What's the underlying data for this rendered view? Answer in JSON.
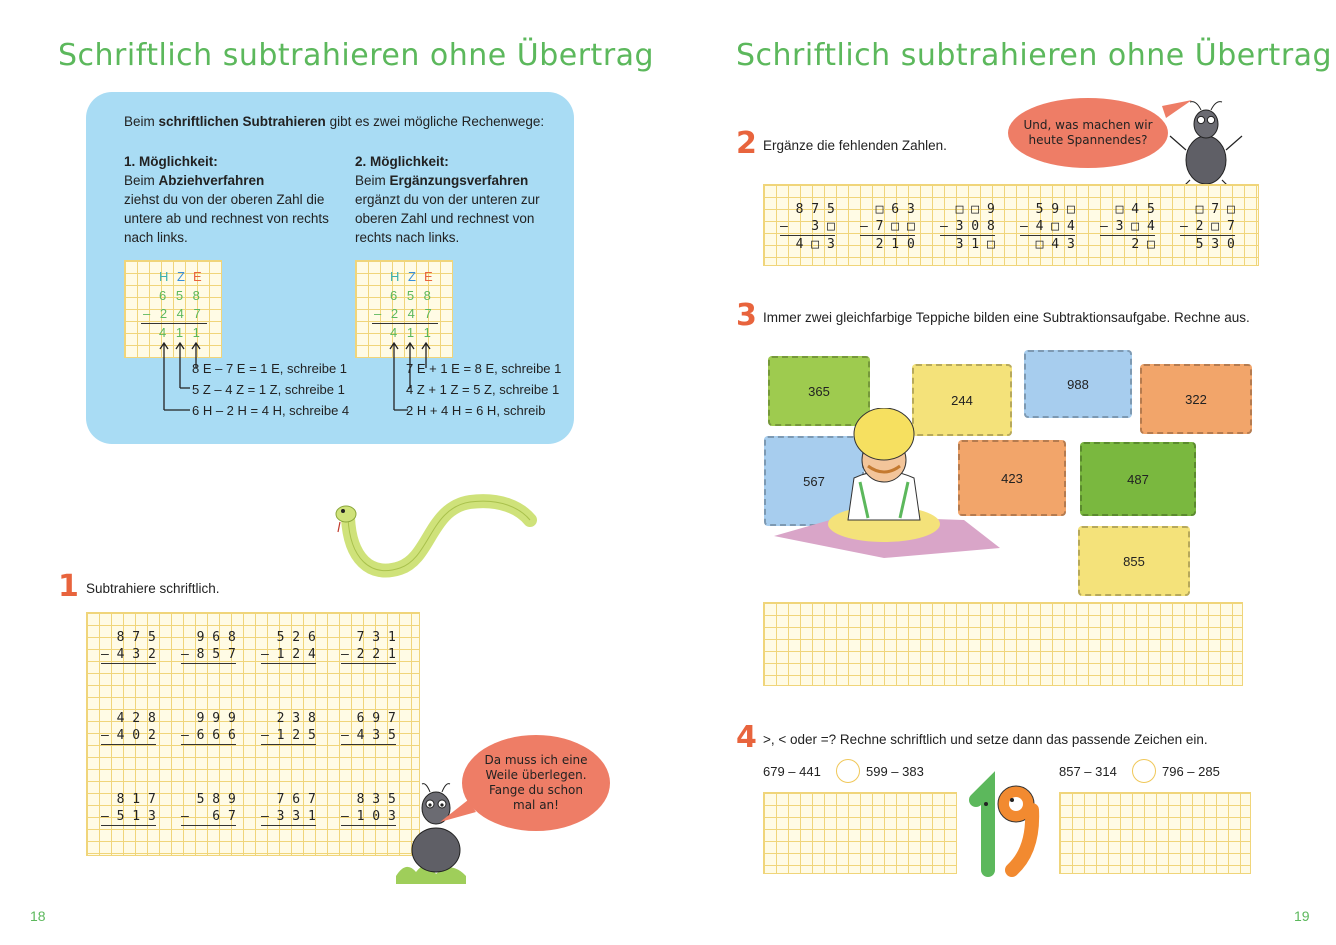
{
  "left": {
    "title": "Schriftlich subtrahieren ohne Übertrag",
    "info_intro_pre": "Beim ",
    "info_intro_bold": "schriftlichen Subtrahieren",
    "info_intro_post": " gibt es zwei mögliche Rechenwege:",
    "option1": {
      "heading": "1. Möglichkeit:",
      "pre": "Beim ",
      "bold": "Abziehverfahren",
      "text": "ziehst du von der oberen Zahl die untere ab und rechnest von rechts nach links.",
      "head_h": "H",
      "head_z": "Z",
      "head_e": "E",
      "row1": "6 5 8",
      "row2": "– 2 4 7",
      "row3": "4 1 1",
      "step1": "8 E – 7 E = 1 E, schreibe 1",
      "step2": "5 Z – 4 Z = 1 Z, schreibe 1",
      "step3": "6 H – 2 H = 4 H, schreibe 4"
    },
    "option2": {
      "heading": "2. Möglichkeit:",
      "pre": "Beim ",
      "bold": "Ergänzungsverfahren",
      "text": "ergänzt du von der unteren zur oberen Zahl und rechnest von rechts nach links.",
      "head_h": "H",
      "head_z": "Z",
      "head_e": "E",
      "row1": "6 5 8",
      "row2": "– 2 4 7",
      "row3": "4 1 1",
      "step1": "7 E + 1 E = 8 E, schreibe 1",
      "step2": "4 Z + 1 Z = 5 Z, schreibe 1",
      "step3": "2 H + 4 H = 6 H, schreib"
    },
    "task1_number": "1",
    "task1_text": "Subtrahiere schriftlich.",
    "task1_problems": [
      {
        "top": "8 7 5",
        "bottom": "– 4 3 2"
      },
      {
        "top": "9 6 8",
        "bottom": "– 8 5 7"
      },
      {
        "top": "5 2 6",
        "bottom": "– 1 2 4"
      },
      {
        "top": "7 3 1",
        "bottom": "– 2 2 1"
      },
      {
        "top": "4 2 8",
        "bottom": "– 4 0 2"
      },
      {
        "top": "9 9 9",
        "bottom": "– 6 6 6"
      },
      {
        "top": "2 3 8",
        "bottom": "– 1 2 5"
      },
      {
        "top": "6 9 7",
        "bottom": "– 4 3 5"
      },
      {
        "top": "8 1 7",
        "bottom": "– 5 1 3"
      },
      {
        "top": "5 8 9",
        "bottom": "–   6 7"
      },
      {
        "top": "7 6 7",
        "bottom": "– 3 3 1"
      },
      {
        "top": "8 3 5",
        "bottom": "– 1 0 3"
      }
    ],
    "bubble": "Da muss ich eine Weile überlegen. Fange du schon mal an!",
    "page_number": "18"
  },
  "right": {
    "title": "Schriftlich subtrahieren ohne Übertrag",
    "bubble": "Und, was machen wir heute Spannendes?",
    "task2_number": "2",
    "task2_text": "Ergänze die fehlenden Zahlen.",
    "task2_problems": [
      {
        "top": "8 7 5",
        "mid": "–   3 □",
        "res": "4 □ 3"
      },
      {
        "top": "□ 6 3",
        "mid": "– 7 □ □",
        "res": "2 1 0"
      },
      {
        "top": "□ □ 9",
        "mid": "– 3 0 8",
        "res": "3 1 □"
      },
      {
        "top": "5 9 □",
        "mid": "– 4 □ 4",
        "res": "□ 4 3"
      },
      {
        "top": "□ 4 5",
        "mid": "– 3 □ 4",
        "res": "2 □"
      },
      {
        "top": "□ 7 □",
        "mid": "– 2 □ 7",
        "res": "5 3 0"
      }
    ],
    "task3_number": "3",
    "task3_text": "Immer zwei gleichfarbige Teppiche bilden eine Subtraktionsaufgabe. Rechne aus.",
    "rugs": [
      {
        "value": "365",
        "color": "#9ecb4f"
      },
      {
        "value": "244",
        "color": "#f4e27a"
      },
      {
        "value": "988",
        "color": "#a7cdee"
      },
      {
        "value": "322",
        "color": "#f2a56a"
      },
      {
        "value": "567",
        "color": "#a7cdee"
      },
      {
        "value": "423",
        "color": "#f2a56a"
      },
      {
        "value": "487",
        "color": "#7ab83f"
      },
      {
        "value": "855",
        "color": "#f4e27a"
      }
    ],
    "task4_number": "4",
    "task4_text": ">, < oder =? Rechne schriftlich und setze dann das passende Zeichen ein.",
    "compare1_left": "679 – 441",
    "compare1_right": "599 – 383",
    "compare2_left": "857 – 314",
    "compare2_right": "796 – 285",
    "page_number": "19"
  },
  "colors": {
    "title_green": "#5cb85c",
    "number_orange": "#e8643d",
    "info_blue": "#a9dcf4",
    "grid_line": "#f0d57a"
  }
}
